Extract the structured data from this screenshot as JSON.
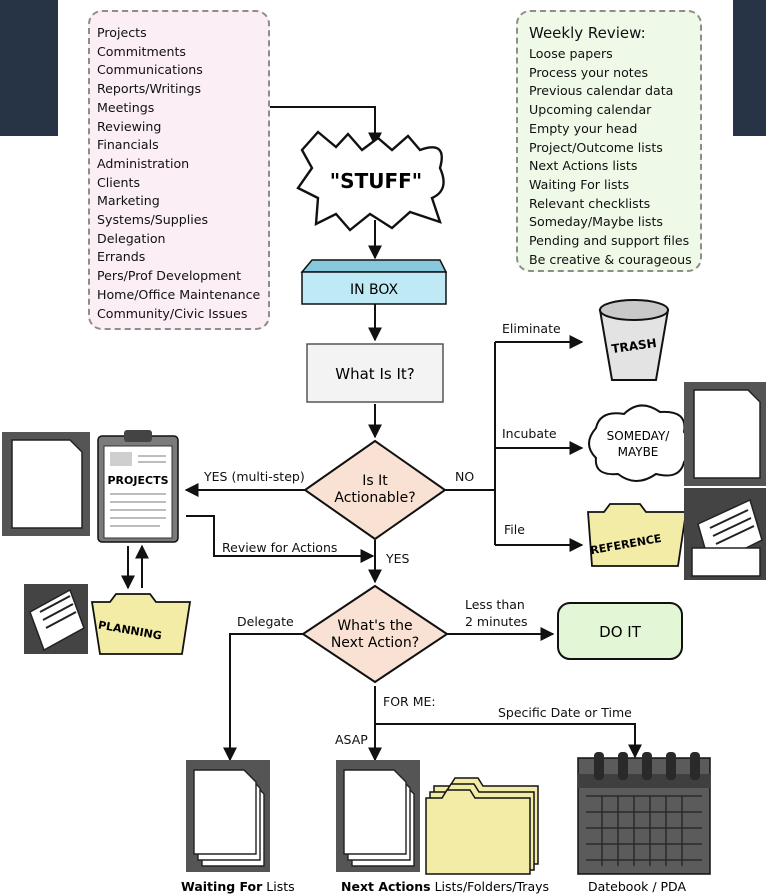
{
  "left_list": [
    "Projects",
    "Commitments",
    "Communications",
    "Reports/Writings",
    "Meetings",
    "Reviewing",
    "Financials",
    "Administration",
    "Clients",
    "Marketing",
    "Systems/Supplies",
    "Delegation",
    "Errands",
    "Pers/Prof Development",
    "Home/Office Maintenance",
    "Community/Civic Issues"
  ],
  "weekly_review": {
    "title": "Weekly Review:",
    "items": [
      "Loose papers",
      "Process your notes",
      "Previous calendar data",
      "Upcoming calendar",
      "Empty your head",
      "Project/Outcome lists",
      "Next Actions lists",
      "Waiting For lists",
      "Relevant checklists",
      "Someday/Maybe lists",
      "Pending and support files",
      "Be creative & courageous"
    ]
  },
  "nodes": {
    "stuff": "\"STUFF\"",
    "inbox": "IN BOX",
    "what_is_it": "What Is It?",
    "actionable_1": "Is It",
    "actionable_2": "Actionable?",
    "next_action_1": "What's the",
    "next_action_2": "Next Action?",
    "do_it": "DO IT",
    "trash": "TRASH",
    "someday_1": "SOMEDAY/",
    "someday_2": "MAYBE",
    "reference": "REFERENCE",
    "projects": "PROJECTS",
    "planning": "PLANNING"
  },
  "edges": {
    "eliminate": "Eliminate",
    "incubate": "Incubate",
    "file": "File",
    "no": "NO",
    "yes_multi": "YES (multi-step)",
    "review": "Review for Actions",
    "yes": "YES",
    "delegate": "Delegate",
    "less_than_1": "Less than",
    "less_than_2": "2 minutes",
    "for_me": "FOR ME:",
    "asap": "ASAP",
    "specific": "Specific Date or Time"
  },
  "bottom": {
    "waiting_bold": "Waiting For",
    "waiting_rest": " Lists",
    "next_bold": "Next Actions",
    "next_rest": " Lists/Folders/Trays",
    "datebook": "Datebook / PDA"
  },
  "colors": {
    "navy": "#263445",
    "inbox": "#bfe9f5",
    "diamond": "#f9e1d3",
    "doit": "#e3f7d6",
    "folder": "#f3eca7",
    "calendar": "#5b5b5b"
  }
}
